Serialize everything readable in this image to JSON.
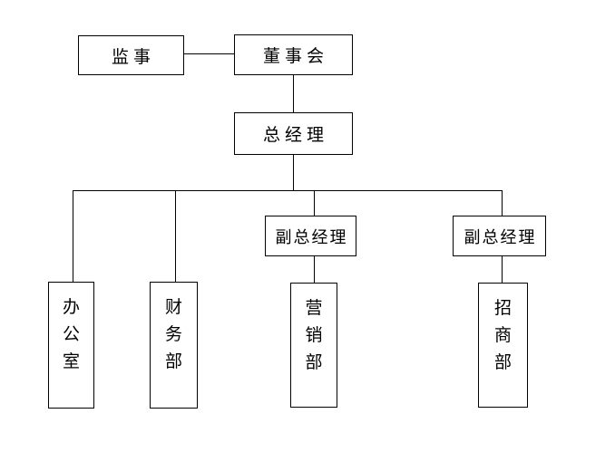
{
  "diagram": {
    "type": "org-chart",
    "colors": {
      "background": "#ffffff",
      "box_fill": "#ffffff",
      "box_border": "#000000",
      "line": "#000000",
      "text": "#000000"
    },
    "nodes": {
      "supervisor": {
        "label": "监事"
      },
      "board": {
        "label": "董事会"
      },
      "general_manager": {
        "label": "总经理"
      },
      "deputy_gm_1": {
        "label": "副总经理"
      },
      "deputy_gm_2": {
        "label": "副总经理"
      },
      "office": {
        "label": "办公室"
      },
      "finance": {
        "label": "财务部"
      },
      "marketing": {
        "label": "营销部"
      },
      "investment": {
        "label": "招商部"
      }
    },
    "edges": [
      {
        "from": "supervisor",
        "to": "board"
      },
      {
        "from": "board",
        "to": "general_manager"
      },
      {
        "from": "general_manager",
        "to": "office"
      },
      {
        "from": "general_manager",
        "to": "finance"
      },
      {
        "from": "general_manager",
        "to": "deputy_gm_1"
      },
      {
        "from": "general_manager",
        "to": "deputy_gm_2"
      },
      {
        "from": "deputy_gm_1",
        "to": "marketing"
      },
      {
        "from": "deputy_gm_2",
        "to": "investment"
      }
    ]
  }
}
